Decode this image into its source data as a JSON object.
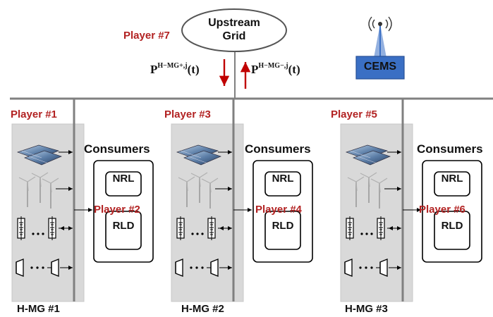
{
  "diagram": {
    "grid": {
      "label_line1": "Upstream",
      "label_line2": "Grid",
      "player": "Player #7"
    },
    "power_flows": {
      "import": {
        "base": "P",
        "sup": "H−MG+,j",
        "arg": "(t)"
      },
      "export": {
        "base": "P",
        "sup": "H−MG−,j",
        "arg": "(t)"
      }
    },
    "cems": {
      "label": "CEMS",
      "icon": "antenna-icon"
    },
    "colors": {
      "player_text": "#b22222",
      "arrow_red": "#c00000",
      "cems_box": "#3a6fc4",
      "bus": "#808080",
      "panel": "#d9d9d9"
    },
    "microgrids": [
      {
        "name": "H-MG #1",
        "producer_player": "Player #1",
        "consumer_player": "Player #2",
        "consumers_title": "Consumers",
        "loads": [
          "NRL",
          "RLD"
        ]
      },
      {
        "name": "H-MG #2",
        "producer_player": "Player #3",
        "consumer_player": "Player #4",
        "consumers_title": "Consumers",
        "loads": [
          "NRL",
          "RLD"
        ]
      },
      {
        "name": "H-MG #3",
        "producer_player": "Player #5",
        "consumer_player": "Player #6",
        "consumers_title": "Consumers",
        "loads": [
          "NRL",
          "RLD"
        ]
      }
    ],
    "component_icons": [
      "solar-panel-icon",
      "wind-turbine-icon",
      "battery-icon",
      "converter-icon"
    ]
  }
}
